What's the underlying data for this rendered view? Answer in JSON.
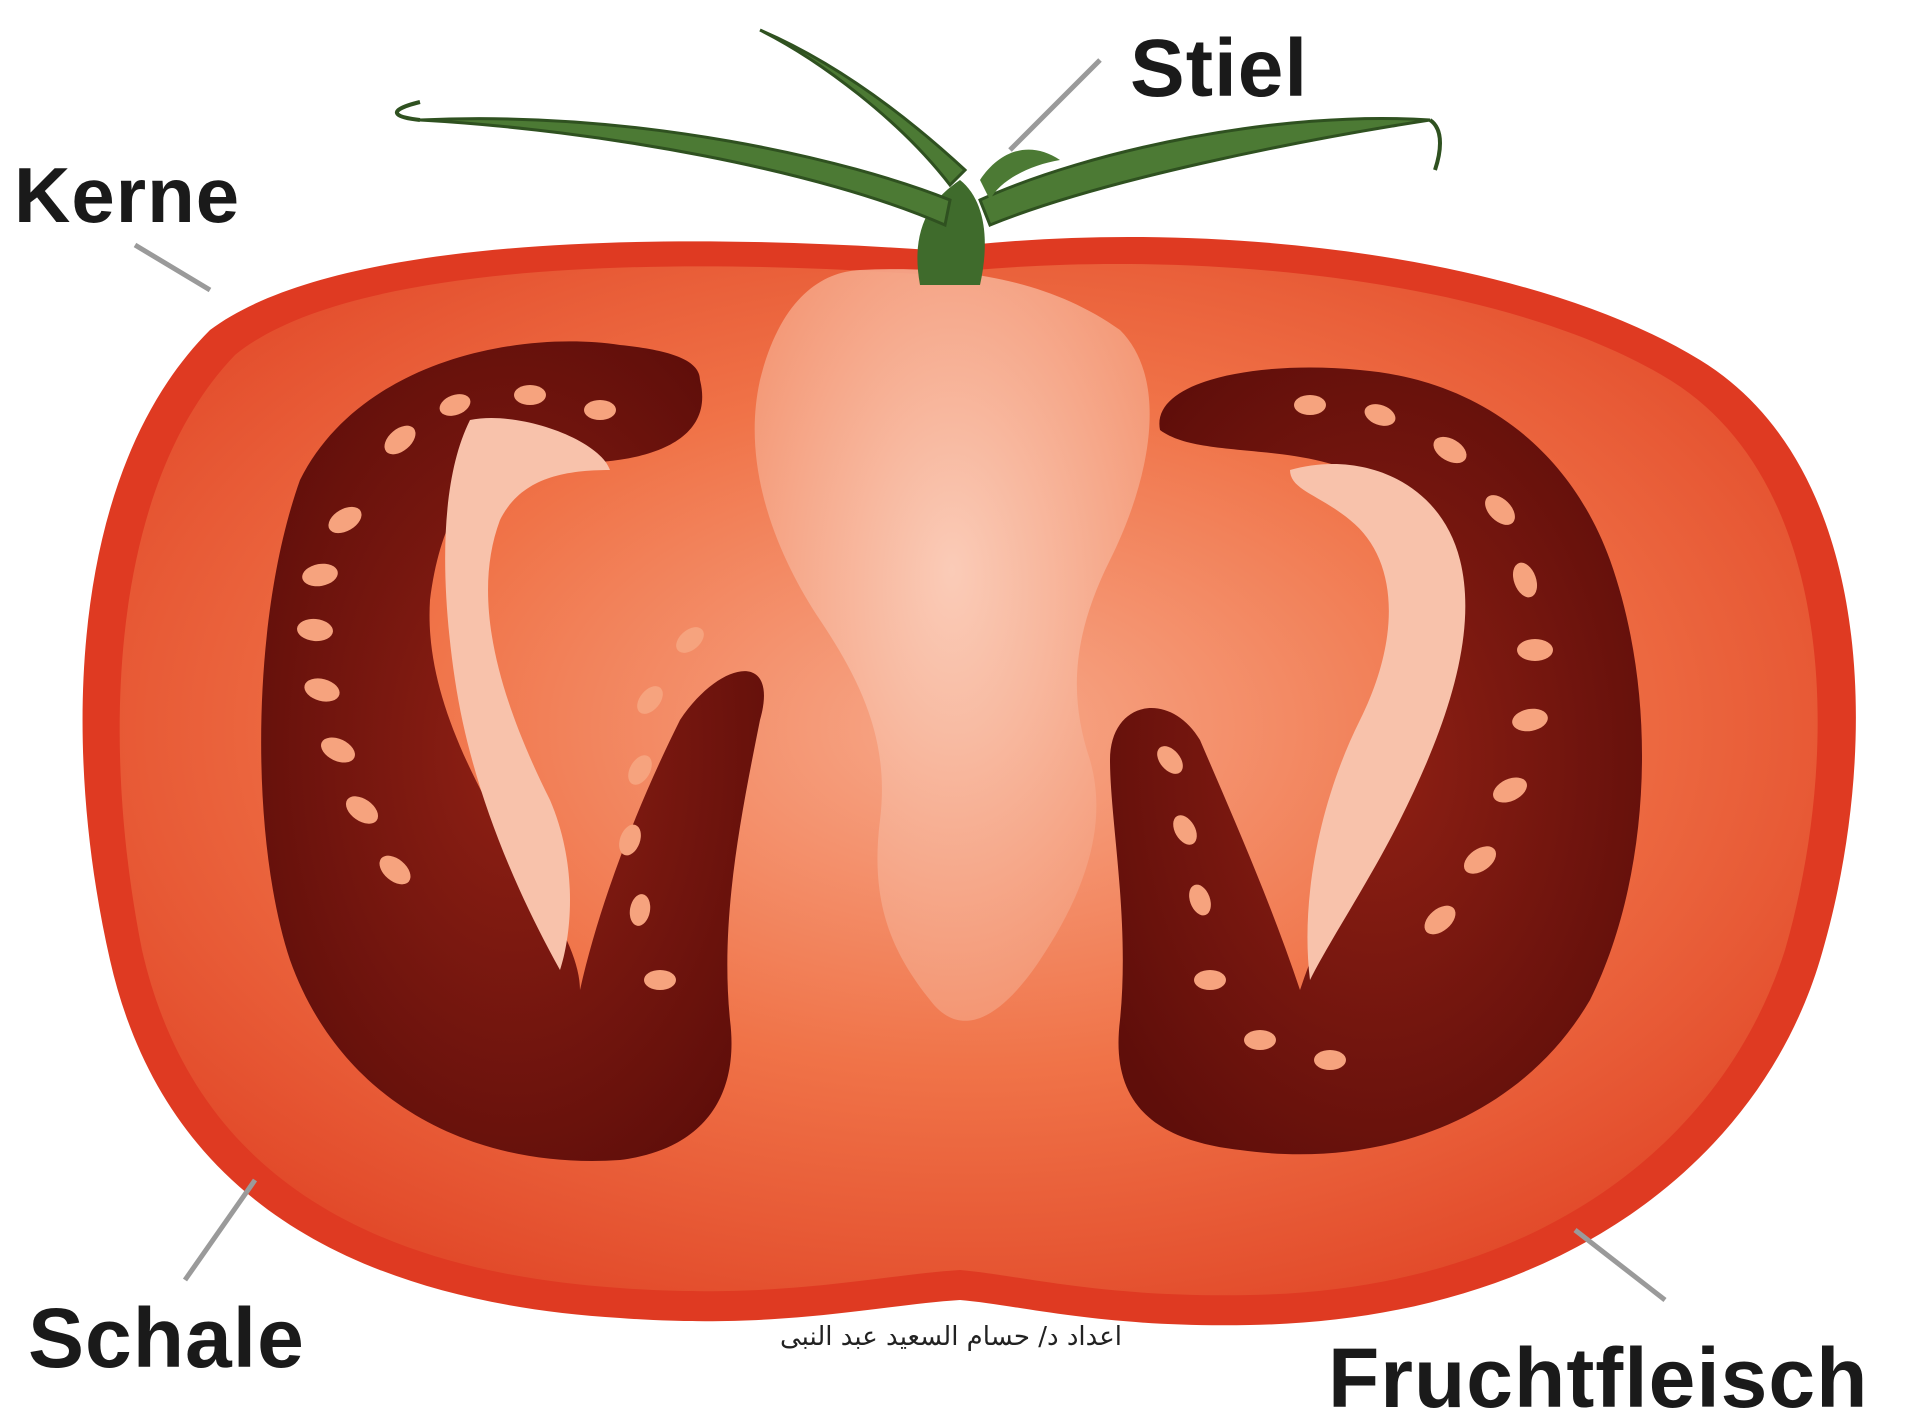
{
  "diagram": {
    "labels": {
      "kerne": "Kerne",
      "stiel": "Stiel",
      "schale": "Schale",
      "fruchtfleisch": "Fruchtfleisch"
    },
    "credit": "اعداد د/ حسام السعيد عبد النبى"
  },
  "colors": {
    "skin": "#e23a22",
    "flesh": "#f26a45",
    "core": "#f7b49c",
    "locule": "#7a1610",
    "seed": "#f6a37e",
    "stem": "#3f6b2c",
    "leader_line": "#9a9a9a"
  }
}
